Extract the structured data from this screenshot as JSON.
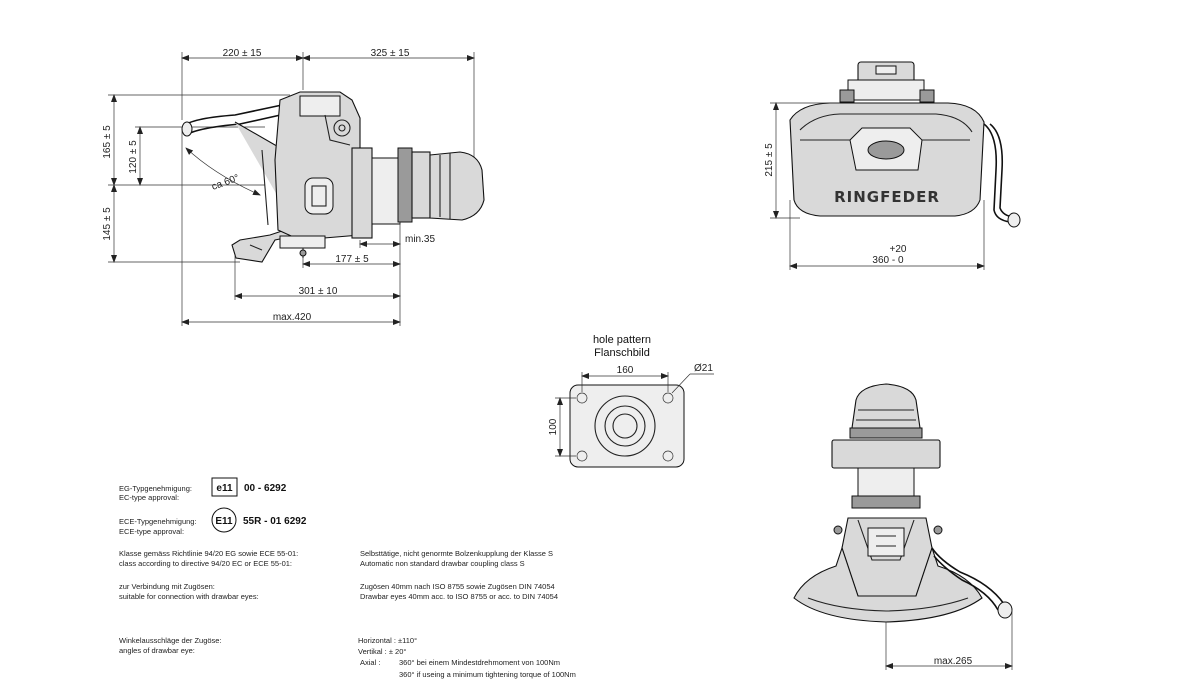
{
  "side_view": {
    "dim_top_left": "220 ± 15",
    "dim_top_right": "325 ± 15",
    "dim_v_165": "165 ± 5",
    "dim_v_120": "120 ± 5",
    "dim_v_145": "145 ± 5",
    "angle": "ca 60°",
    "min35": "min.35",
    "dim_177": "177 ± 5",
    "dim_301": "301 ± 10",
    "max420": "max.420"
  },
  "rear_view": {
    "dim_215": "215 ± 5",
    "dim_plus20": "+20",
    "dim_360": "360 - 0",
    "brand": "RINGFEDER"
  },
  "hole_pattern": {
    "title_en": "hole pattern",
    "title_de": "Flanschbild",
    "dim_160": "160",
    "dim_100": "100",
    "dim_d21": "Ø21"
  },
  "top_view": {
    "max265": "max.265"
  },
  "approvals": {
    "eg_de": "EG-Typgenehmigung:",
    "eg_en": "EC-type approval:",
    "eg_mark": "e11",
    "eg_number": "00  -  6292",
    "ece_de": "ECE-Typgenehmigung:",
    "ece_en": "ECE-type approval:",
    "ece_mark": "E11",
    "ece_number": "55R - 01 6292"
  },
  "notes": {
    "class_de": "Klasse gemäss Richtlinie 94/20 EG sowie ECE 55-01:",
    "class_en": "class according to directive 94/20 EC or ECE 55-01:",
    "class_val_de": "Selbsttätige, nicht genormte Bolzenkupplung der Klasse S",
    "class_val_en": "Automatic non standard drawbar coupling class S",
    "conn_de": "zur Verbindung mit Zugösen:",
    "conn_en": "suitable for connection with drawbar eyes:",
    "conn_val_de": "Zugösen 40mm nach ISO 8755 sowie Zugösen DIN 74054",
    "conn_val_en": "Drawbar eyes 40mm acc. to ISO 8755 or acc. to DIN 74054",
    "angles_de": "Winkelausschläge der Zugöse:",
    "angles_en": "angles of drawbar eye:",
    "horizontal": "Horizontal : ±110°",
    "vertical": "Vertikal    :  ± 20°",
    "axial_label": "Axial       :",
    "axial_de": "360° bei einem Mindestdrehmoment von 100Nm",
    "axial_en": "360° if useing a minimum tightening torque of 100Nm"
  }
}
